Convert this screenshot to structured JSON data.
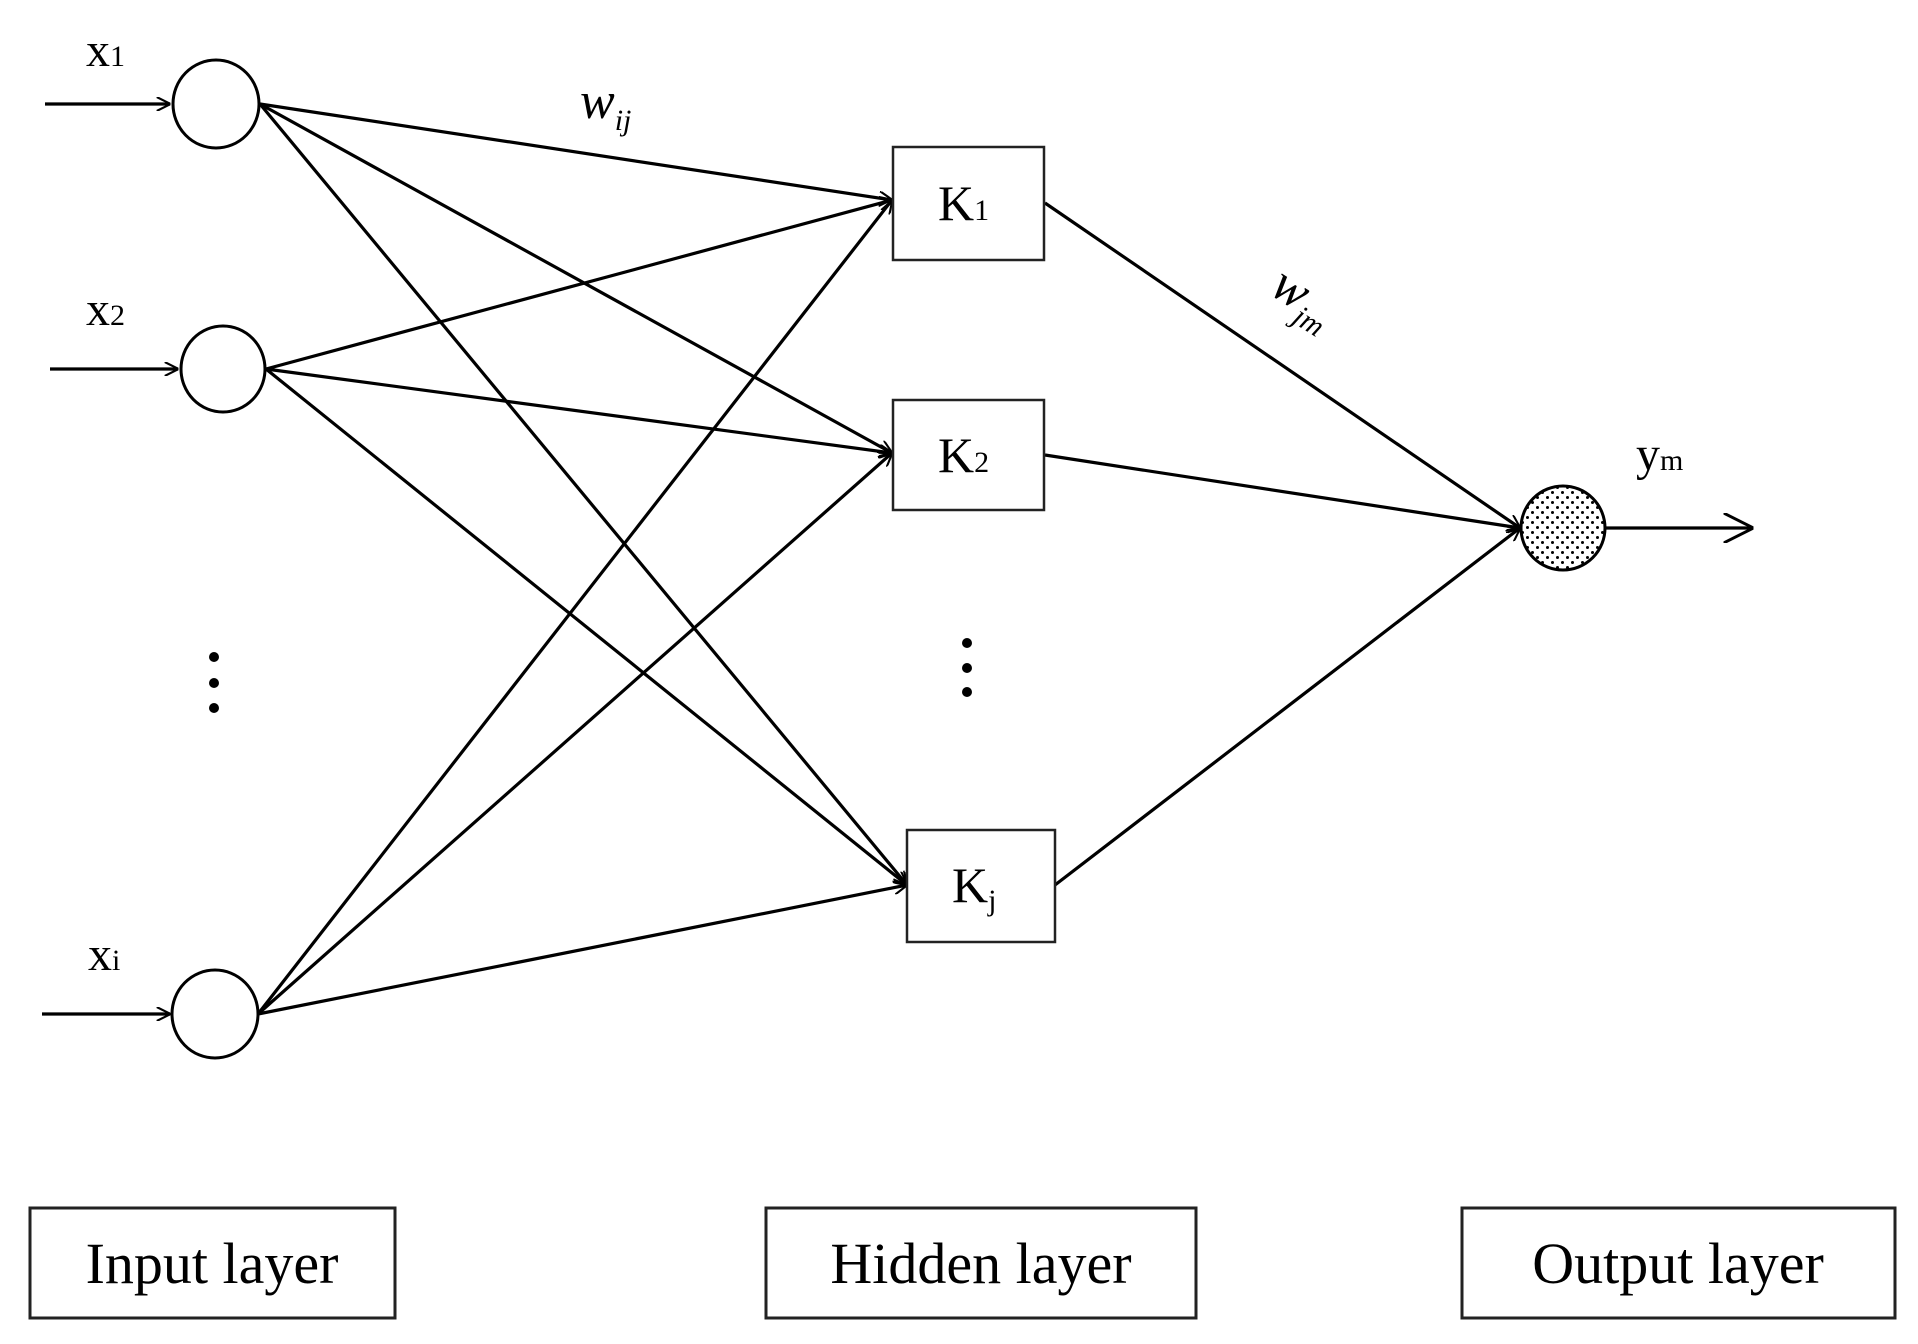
{
  "inputs": [
    {
      "base": "x",
      "sub": "1"
    },
    {
      "base": "x",
      "sub": "2"
    },
    {
      "base": "x",
      "sub": "i"
    }
  ],
  "input_ellipsis": "⋮",
  "hidden": [
    {
      "base": "K",
      "sub": "1"
    },
    {
      "base": "K",
      "sub": "2"
    },
    {
      "base": "K",
      "sub": "j"
    }
  ],
  "hidden_ellipsis": "⋮",
  "output": {
    "base": "y",
    "sub": "m"
  },
  "weights": {
    "input_hidden": {
      "base": "w",
      "sub": "ij"
    },
    "hidden_output": {
      "base": "w",
      "sub": "jm"
    }
  },
  "layers": {
    "input": "Input layer",
    "hidden": "Hidden layer",
    "output": "Output layer"
  }
}
